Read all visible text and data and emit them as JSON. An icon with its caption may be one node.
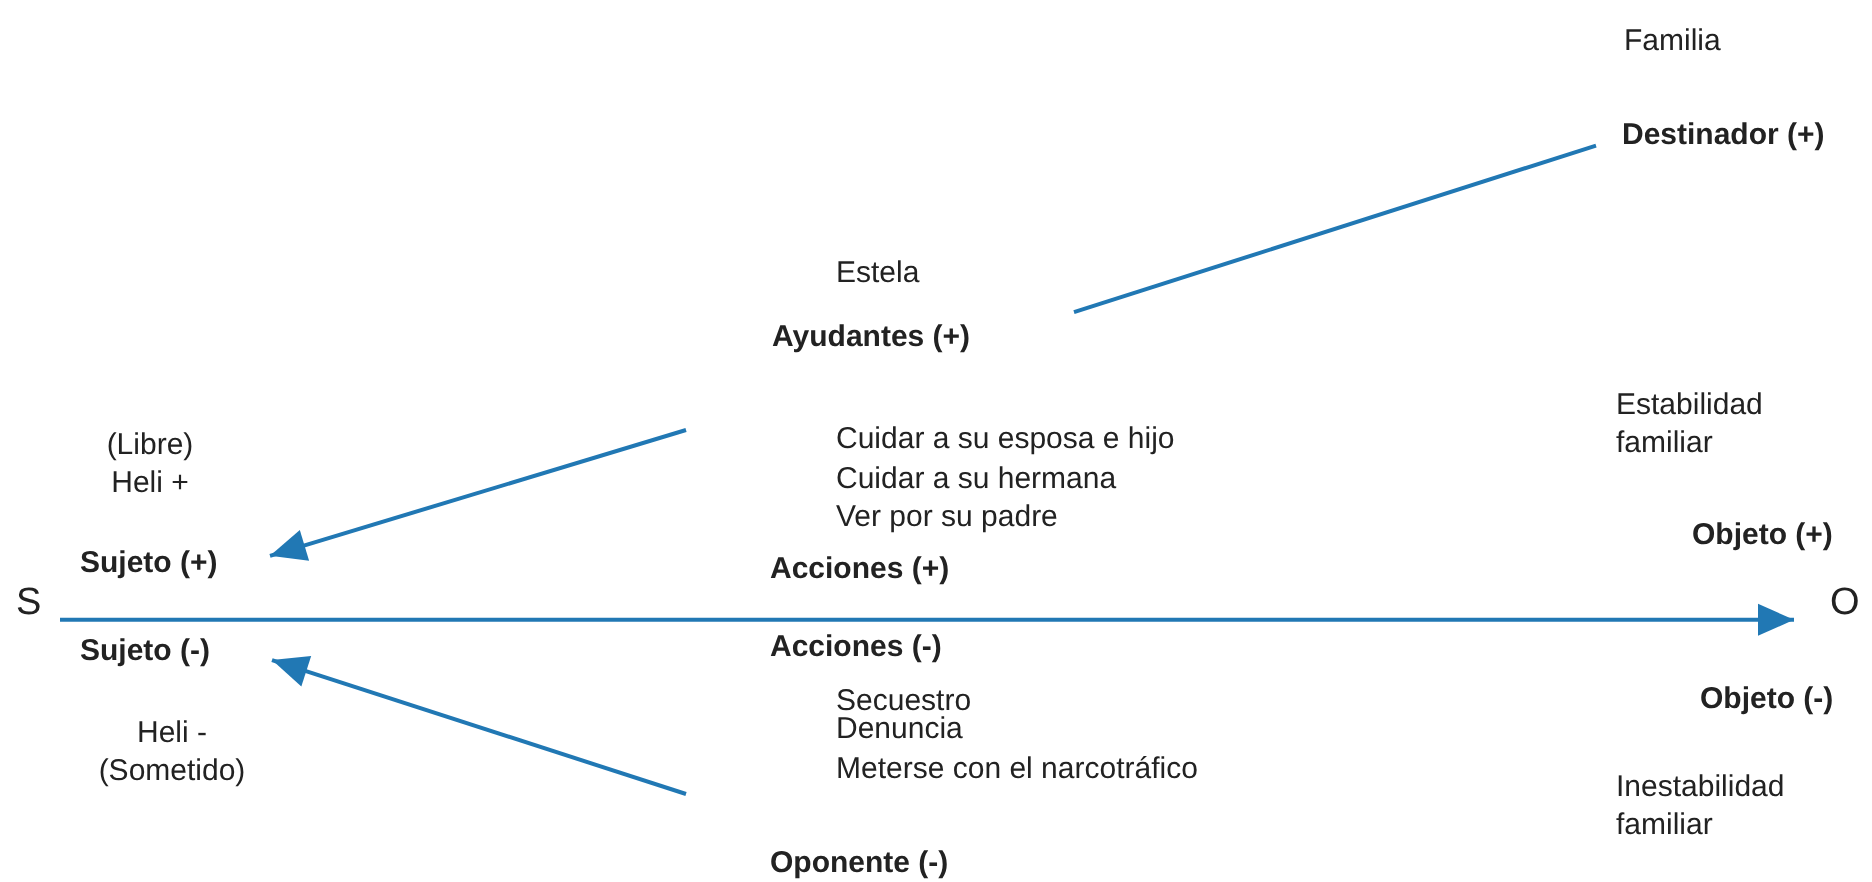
{
  "diagram": {
    "nodes": [
      {
        "text": [
          "Destinador (+)"
        ],
        "beside": [
          "Familia"
        ]
      },
      {
        "text": [
          "Ayudantes (+)"
        ],
        "beside": [
          "Estela"
        ]
      },
      {
        "text": [
          "Sujeto (+)"
        ],
        "beside": [
          "(Libre) Heli +"
        ]
      },
      {
        "text": [
          "S"
        ]
      },
      {
        "text": [
          "O"
        ]
      },
      {
        "text": [
          "Sujeto (-)"
        ],
        "beside": [
          "Heli - (Sometido)"
        ]
      }
    ],
    "edges": [
      {
        "from": 0,
        "to": 1,
        "arrow": "none"
      },
      {
        "from": null,
        "to": 2,
        "arrow": "to"
      },
      {
        "from": 3,
        "to": 4,
        "arrow": "to"
      },
      {
        "from": null,
        "to": 5,
        "arrow": "to"
      }
    ],
    "labels": [
      "Estabilidad familiar",
      "Cuidar a su esposa e hijo",
      "Cuidar a su hermana",
      "Ver por su padre",
      "Objeto (+)",
      "Acciones (+)",
      "Acciones (-)",
      "Objeto (-)",
      "Secuestro",
      "Denuncia",
      "Meterse con el narcotráfico",
      "Inestabilidad familiar",
      "Oponente (-)"
    ]
  }
}
